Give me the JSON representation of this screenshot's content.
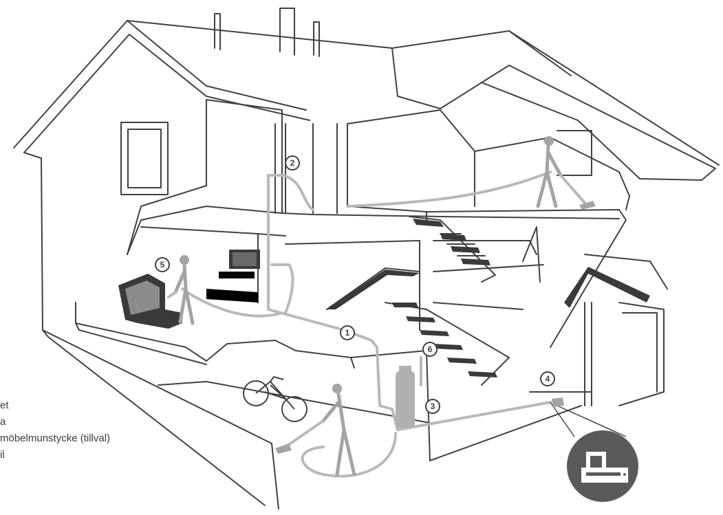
{
  "legend": {
    "line_1": "et",
    "line_2": "a",
    "line_3": "möbelmunstycke (tillval)",
    "line_4": "il"
  },
  "markers": [
    "1",
    "2",
    "3",
    "4",
    "5",
    "6"
  ],
  "colors": {
    "outline": "#404040",
    "hose": "#b9b9b9",
    "person": "#a4a4a4",
    "dark_accent": "#3a3a3a",
    "background": "#ffffff"
  },
  "icons": {
    "person": "person-vacuuming-icon",
    "armchair": "armchair-icon",
    "bicycle": "bicycle-icon",
    "tv": "television-icon",
    "central_unit": "central-vacuum-unit-icon",
    "outlet": "vacuum-outlet-icon"
  }
}
